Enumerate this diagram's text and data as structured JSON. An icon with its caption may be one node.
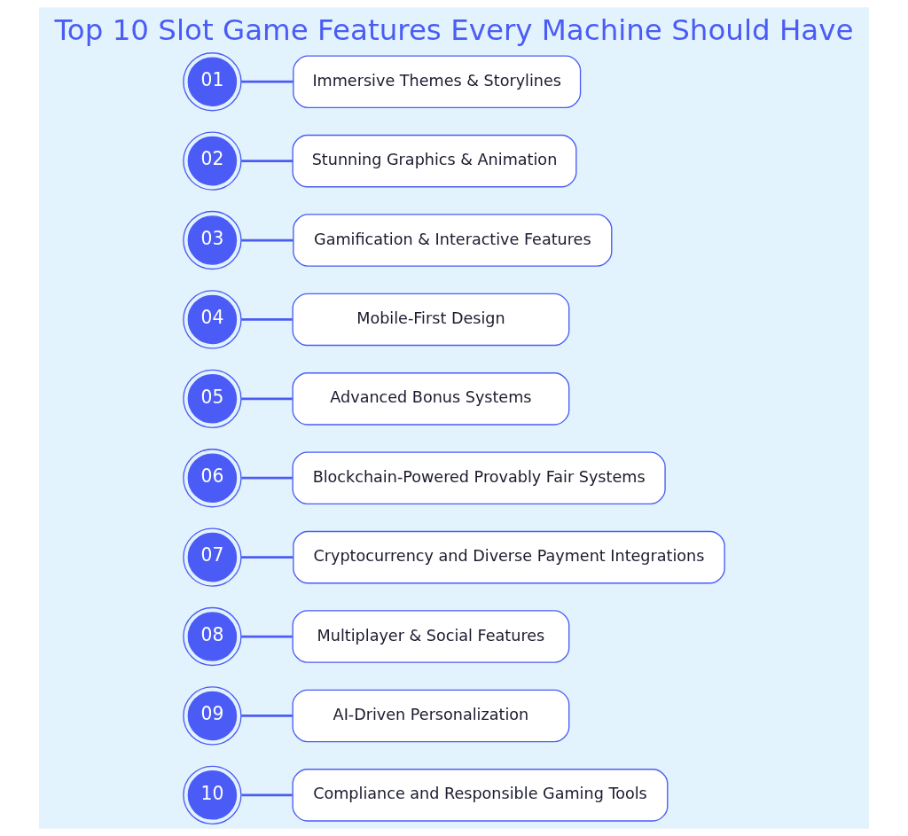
{
  "diagram": {
    "title": "Top 10 Slot Game Features Every Machine Should Have",
    "nodes": [
      {
        "text": [
          "01"
        ]
      },
      {
        "text": [
          "Immersive Themes & Storylines"
        ]
      },
      {
        "text": [
          "02"
        ]
      },
      {
        "text": [
          "Stunning Graphics & Animation"
        ]
      },
      {
        "text": [
          "03"
        ]
      },
      {
        "text": [
          "Gamification & Interactive Features"
        ]
      },
      {
        "text": [
          "04"
        ]
      },
      {
        "text": [
          "Mobile-First Design"
        ]
      },
      {
        "text": [
          "05"
        ]
      },
      {
        "text": [
          "Advanced Bonus Systems"
        ]
      },
      {
        "text": [
          "06"
        ]
      },
      {
        "text": [
          "Blockchain-Powered Provably Fair Systems"
        ]
      },
      {
        "text": [
          "07"
        ]
      },
      {
        "text": [
          "Cryptocurrency and Diverse Payment Integrations"
        ]
      },
      {
        "text": [
          "08"
        ]
      },
      {
        "text": [
          "Multiplayer & Social Features"
        ]
      },
      {
        "text": [
          "09"
        ]
      },
      {
        "text": [
          "AI-Driven Personalization"
        ]
      },
      {
        "text": [
          "10"
        ]
      },
      {
        "text": [
          "Compliance and Responsible Gaming Tools"
        ]
      }
    ],
    "edges": [
      {
        "from": 0,
        "to": 1,
        "arrow": "none"
      },
      {
        "from": 2,
        "to": 3,
        "arrow": "none"
      },
      {
        "from": 4,
        "to": 5,
        "arrow": "none"
      },
      {
        "from": 6,
        "to": 7,
        "arrow": "none"
      },
      {
        "from": 8,
        "to": 9,
        "arrow": "none"
      },
      {
        "from": 10,
        "to": 11,
        "arrow": "none"
      },
      {
        "from": 12,
        "to": 13,
        "arrow": "none"
      },
      {
        "from": 14,
        "to": 15,
        "arrow": "none"
      },
      {
        "from": 16,
        "to": 17,
        "arrow": "none"
      },
      {
        "from": 18,
        "to": 19,
        "arrow": "none"
      }
    ]
  }
}
